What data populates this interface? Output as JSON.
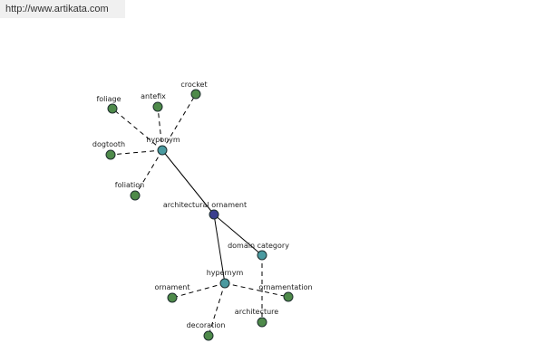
{
  "header": {
    "url": "http://www.artikata.com"
  },
  "colors": {
    "leaf": "#4e8a4a",
    "relation": "#4a9aa0",
    "center": "#3a3f8e"
  },
  "graph": {
    "center": {
      "id": "center",
      "label": "architectural ornament"
    },
    "relations": [
      {
        "id": "hyponym",
        "label": "hyponym"
      },
      {
        "id": "hypernym",
        "label": "hypernym"
      },
      {
        "id": "domain",
        "label": "domain category"
      }
    ],
    "leaves": [
      {
        "id": "foliage",
        "label": "foliage",
        "parent": "hyponym"
      },
      {
        "id": "antefix",
        "label": "antefix",
        "parent": "hyponym"
      },
      {
        "id": "crocket",
        "label": "crocket",
        "parent": "hyponym"
      },
      {
        "id": "dogtooth",
        "label": "dogtooth",
        "parent": "hyponym"
      },
      {
        "id": "foliation",
        "label": "foliation",
        "parent": "hyponym"
      },
      {
        "id": "ornament",
        "label": "ornament",
        "parent": "hypernym"
      },
      {
        "id": "ornamentation",
        "label": "ornamentation",
        "parent": "hypernym"
      },
      {
        "id": "decoration",
        "label": "decoration",
        "parent": "hypernym"
      },
      {
        "id": "architecture",
        "label": "architecture",
        "parent": "domain"
      }
    ]
  }
}
